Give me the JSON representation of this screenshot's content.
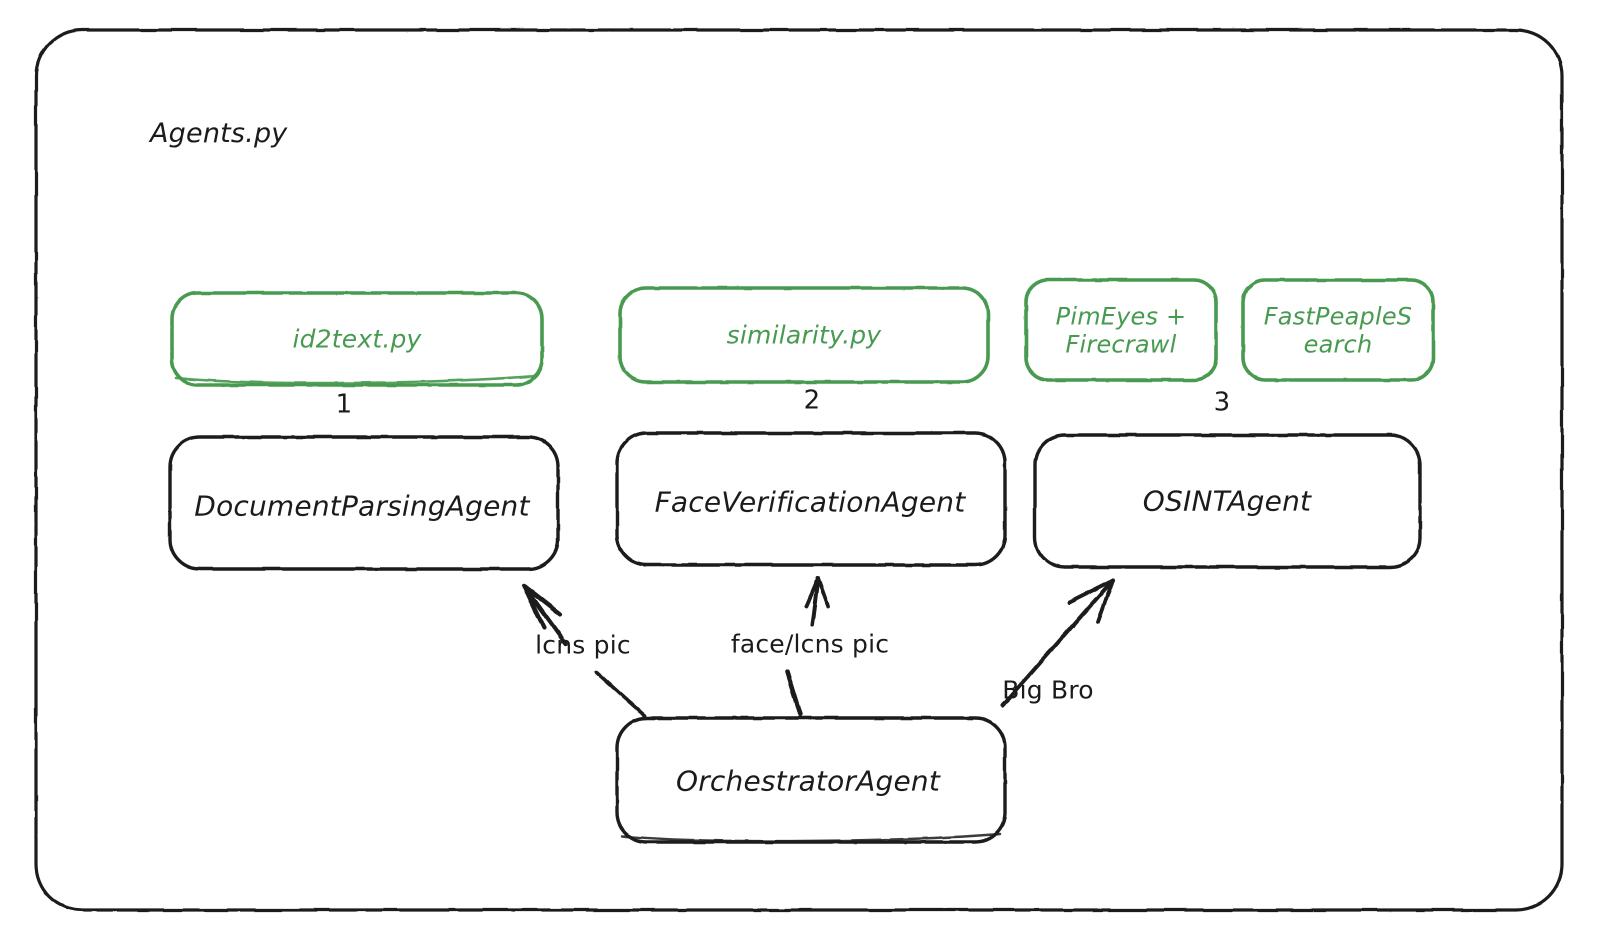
{
  "diagram": {
    "title": "Agents.py",
    "outer_container_name": "agents-py-container",
    "colors": {
      "stroke_black": "#1b1b1b",
      "stroke_green": "#479a4f",
      "background": "#ffffff"
    },
    "modules": [
      {
        "id": "id2text",
        "label": "id2text.py",
        "color": "#479a4f"
      },
      {
        "id": "similarity",
        "label": "similarity.py",
        "color": "#479a4f"
      },
      {
        "id": "pimeyes",
        "label": "PimEyes +\nFirecrawl",
        "color": "#479a4f"
      },
      {
        "id": "fastpeople",
        "label": "FastPeapleS\nearch",
        "color": "#479a4f"
      }
    ],
    "step_numbers": [
      {
        "id": "step-1",
        "label": "1"
      },
      {
        "id": "step-2",
        "label": "2"
      },
      {
        "id": "step-3",
        "label": "3"
      }
    ],
    "agents": [
      {
        "id": "document-parsing-agent",
        "label": "DocumentParsingAgent"
      },
      {
        "id": "face-verification-agent",
        "label": "FaceVerificationAgent"
      },
      {
        "id": "osint-agent",
        "label": "OSINTAgent"
      }
    ],
    "orchestrator": {
      "id": "orchestrator-agent",
      "label": "OrchestratorAgent"
    },
    "edges": [
      {
        "id": "edge-lcns-pic",
        "label": "lcns pic",
        "from": "orchestrator-agent",
        "to": "document-parsing-agent"
      },
      {
        "id": "edge-face-lcns-pic",
        "label": "face/lcns pic",
        "from": "orchestrator-agent",
        "to": "face-verification-agent"
      },
      {
        "id": "edge-big-bro",
        "label": "Big Bro",
        "from": "orchestrator-agent",
        "to": "osint-agent"
      }
    ]
  }
}
